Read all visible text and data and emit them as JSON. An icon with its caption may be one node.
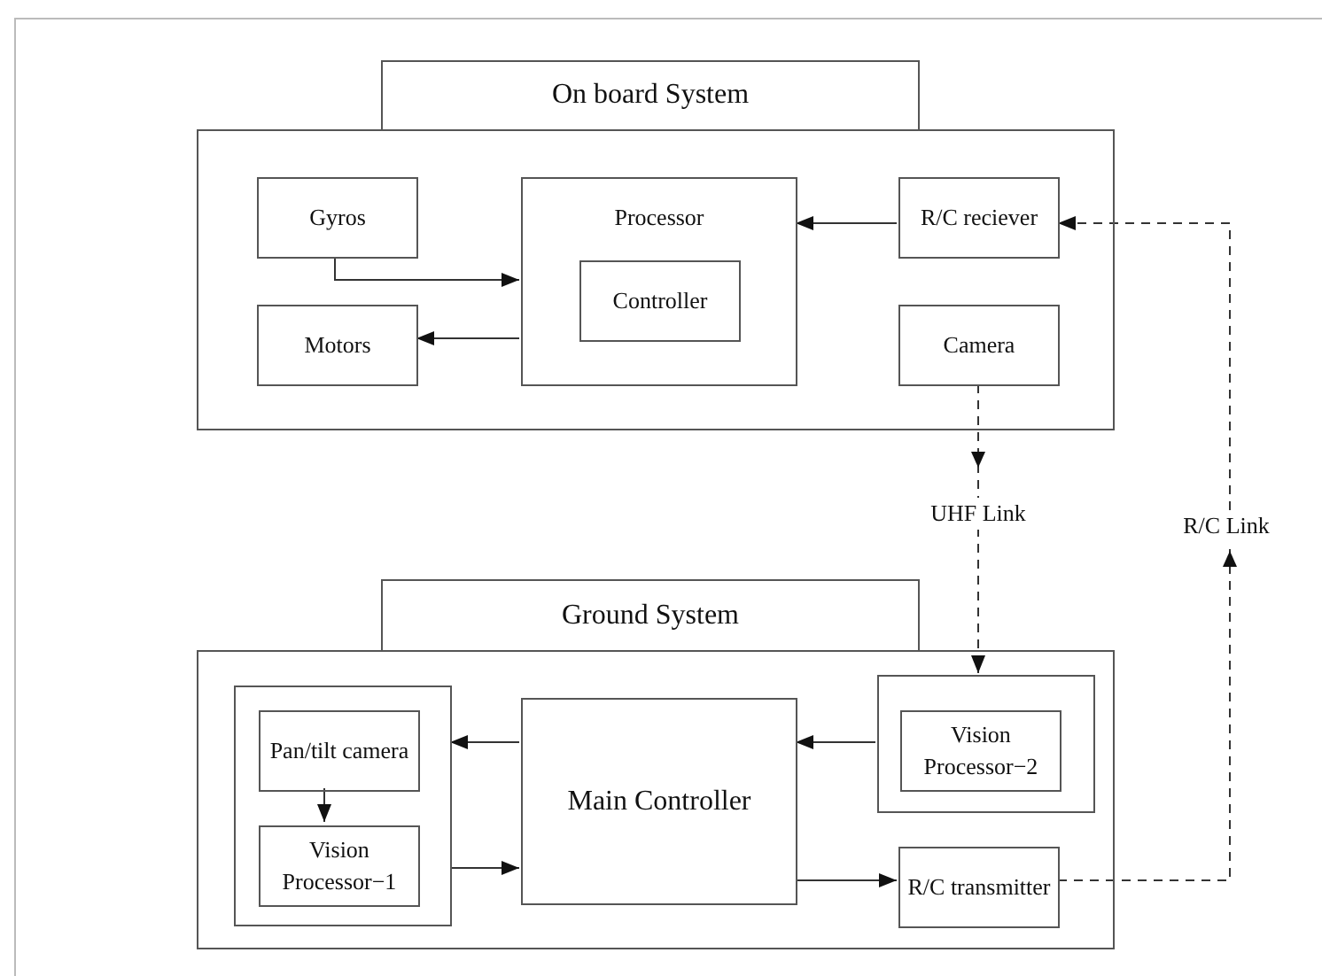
{
  "diagram": {
    "nodes": [
      {
        "text": [
          "On board System"
        ]
      },
      {
        "text": [
          "Gyros"
        ],
        "in": 0
      },
      {
        "text": [
          "Processor"
        ],
        "in": 0
      },
      {
        "text": [
          "Controller"
        ],
        "in": 2
      },
      {
        "text": [
          "R/C reciever"
        ],
        "in": 0
      },
      {
        "text": [
          "Motors"
        ],
        "in": 0
      },
      {
        "text": [
          "Camera"
        ],
        "in": 0
      },
      {
        "text": [
          "Ground System"
        ]
      },
      {
        "text": [],
        "shape": "box",
        "in": 7
      },
      {
        "text": [
          "Pan/tilt camera"
        ],
        "in": 8
      },
      {
        "text": [
          "Vision Processor−1"
        ],
        "in": 8
      },
      {
        "text": [
          "Main Controller"
        ],
        "in": 7
      },
      {
        "text": [],
        "shape": "box",
        "in": 7
      },
      {
        "text": [
          "Vision Processor−2"
        ],
        "in": 12
      },
      {
        "text": [
          "R/C transmitter"
        ],
        "in": 7
      }
    ],
    "edges": [
      {
        "from": 1,
        "to": 2,
        "arrow": "to"
      },
      {
        "from": 4,
        "to": 2,
        "arrow": "to"
      },
      {
        "from": 2,
        "to": 5,
        "arrow": "to"
      },
      {
        "from": 6,
        "to": 12,
        "arrow": "to",
        "label": "UHF Link",
        "style": "dashed"
      },
      {
        "from": 14,
        "to": 4,
        "arrow": "to",
        "label": "R/C Link",
        "style": "dashed"
      },
      {
        "from": 11,
        "to": 8,
        "arrow": "to"
      },
      {
        "from": 12,
        "to": 11,
        "arrow": "to"
      },
      {
        "from": 9,
        "to": 10,
        "arrow": "to"
      },
      {
        "from": 8,
        "to": 11,
        "arrow": "to"
      },
      {
        "from": 11,
        "to": 14,
        "arrow": "to"
      }
    ]
  }
}
